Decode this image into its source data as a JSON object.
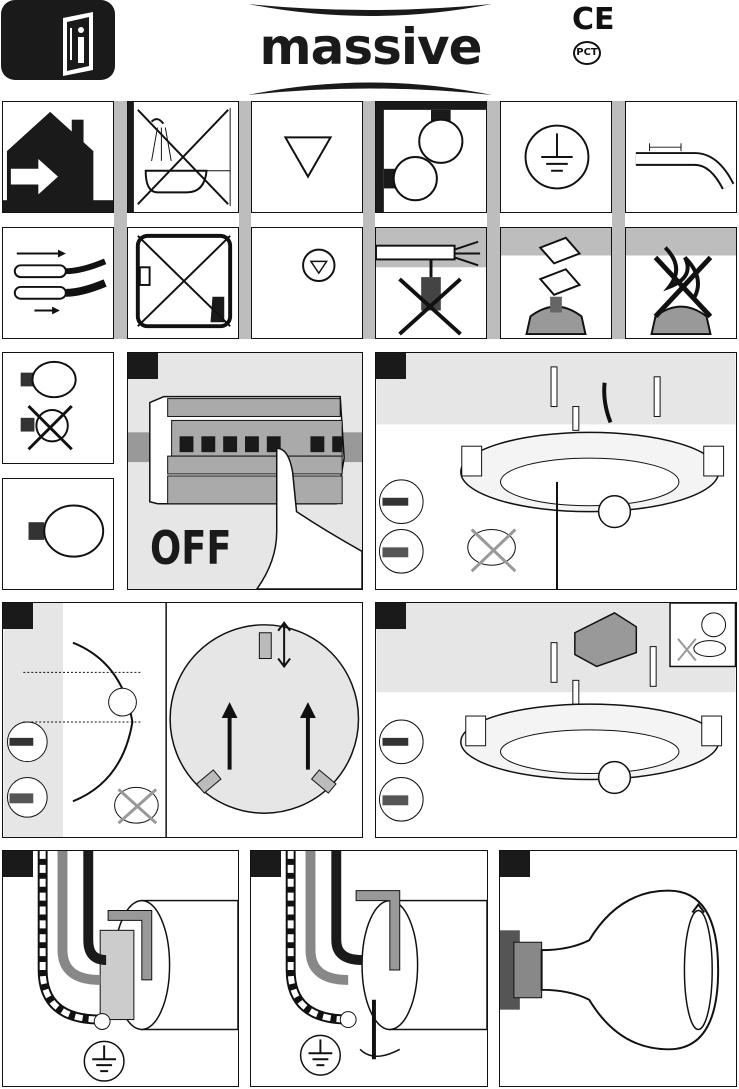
{
  "header": {
    "brand": "massive",
    "ce_mark": "CE",
    "pct_mark": "PCT",
    "manual_icon": "manual-book-icon"
  },
  "steps": {
    "step1_text": "OFF"
  },
  "colors": {
    "ink": "#1a1a1a",
    "panel_gray": "#e6e6e6",
    "strip_gray": "#bdbdbd"
  }
}
